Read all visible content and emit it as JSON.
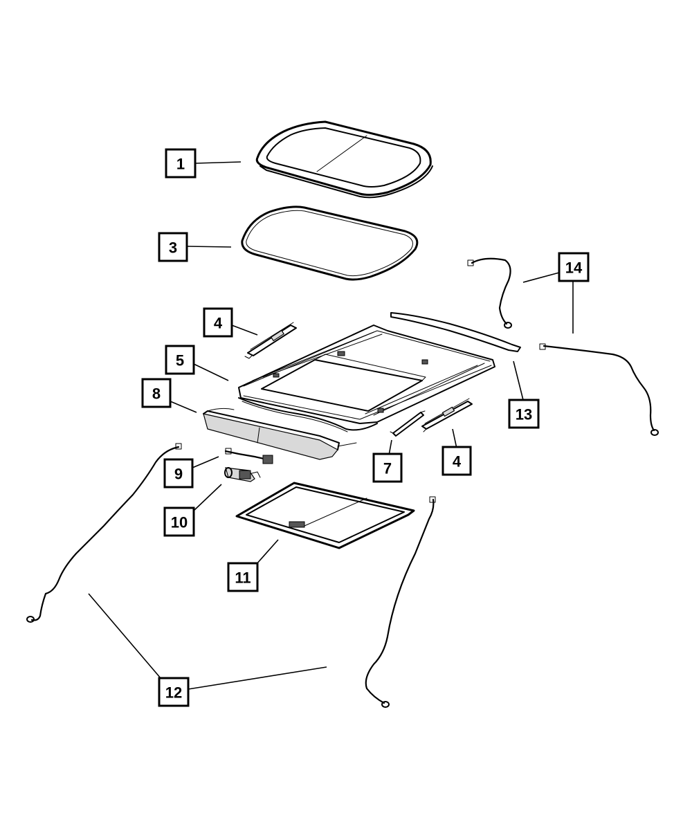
{
  "callouts": [
    {
      "id": "1",
      "label": "1"
    },
    {
      "id": "3",
      "label": "3"
    },
    {
      "id": "4a",
      "label": "4"
    },
    {
      "id": "5",
      "label": "5"
    },
    {
      "id": "8",
      "label": "8"
    },
    {
      "id": "9",
      "label": "9"
    },
    {
      "id": "10",
      "label": "10"
    },
    {
      "id": "11",
      "label": "11"
    },
    {
      "id": "12",
      "label": "12"
    },
    {
      "id": "14",
      "label": "14"
    },
    {
      "id": "13",
      "label": "13"
    },
    {
      "id": "7",
      "label": "7"
    },
    {
      "id": "4b",
      "label": "4"
    }
  ]
}
